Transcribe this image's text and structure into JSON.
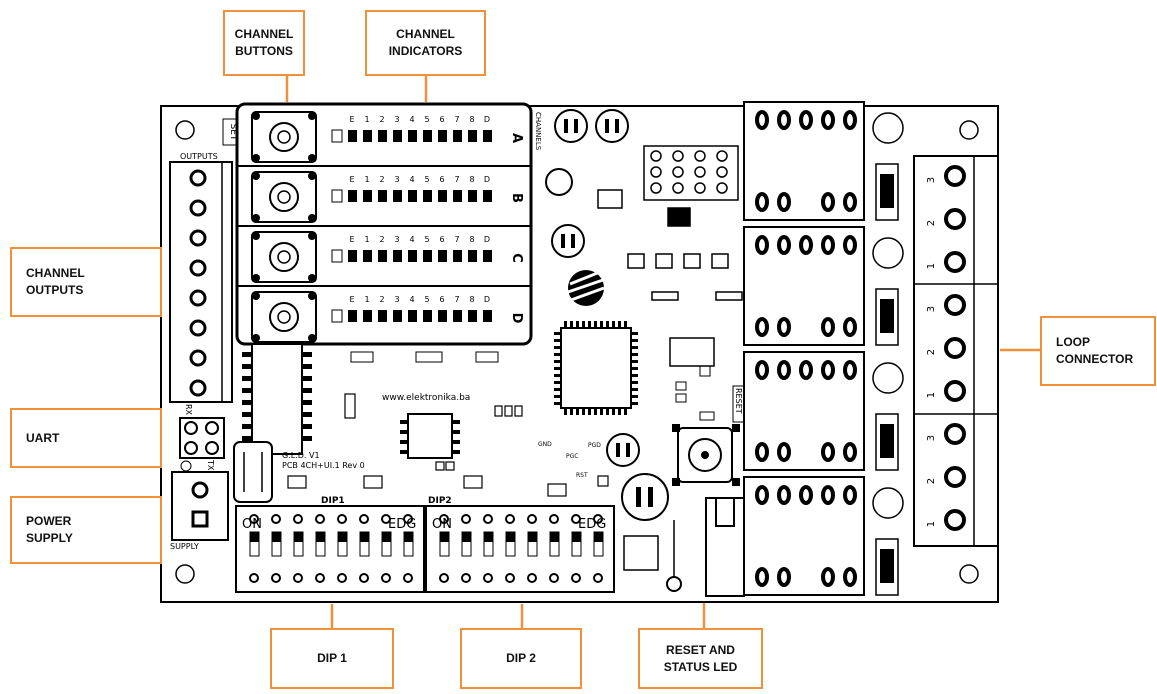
{
  "labels": {
    "channel_buttons": "CHANNEL\nBUTTONS",
    "channel_indicators": "CHANNEL\nINDICATORS",
    "channel_outputs": "CHANNEL\nOUTPUTS",
    "uart": "UART",
    "power_supply": "POWER\nSUPPLY",
    "loop_connector": "LOOP\nCONNECTOR",
    "dip1": "DIP 1",
    "dip2": "DIP 2",
    "reset_status_led": "RESET AND\nSTATUS LED"
  },
  "board": {
    "silk_outputs": "OUTPUTS",
    "silk_supply": "SUPPLY",
    "silk_set": "SET",
    "silk_channels": "CHANNELS",
    "silk_reset": "RESET",
    "silk_rx": "RX",
    "silk_tx": "TX",
    "silk_dip1": "DIP1",
    "silk_dip2": "DIP2",
    "silk_on_1": "ON",
    "silk_on_2": "ON",
    "silk_edg_1": "EDG",
    "silk_edg_2": "EDG",
    "website": "www.elektronika.ba",
    "model_line1": "G.L.D. V1",
    "model_line2": "PCB 4CH+UI.1 Rev 0",
    "pin_gnd": "GND",
    "pin_pgc": "PGC",
    "pin_pgd": "PGD",
    "pin_rst": "RST",
    "channel_letters": [
      "A",
      "B",
      "C",
      "D"
    ],
    "indicator_digits": [
      "E",
      "1",
      "2",
      "3",
      "4",
      "5",
      "6",
      "7",
      "8",
      "D"
    ],
    "loop_numbers": [
      "3",
      "2",
      "1",
      "3",
      "2",
      "1",
      "3",
      "2",
      "1"
    ]
  },
  "colors": {
    "callout_border": "#f0913a",
    "callout_line": "#f0913a",
    "pcb_outline": "#000000",
    "label_text": "#111111"
  }
}
